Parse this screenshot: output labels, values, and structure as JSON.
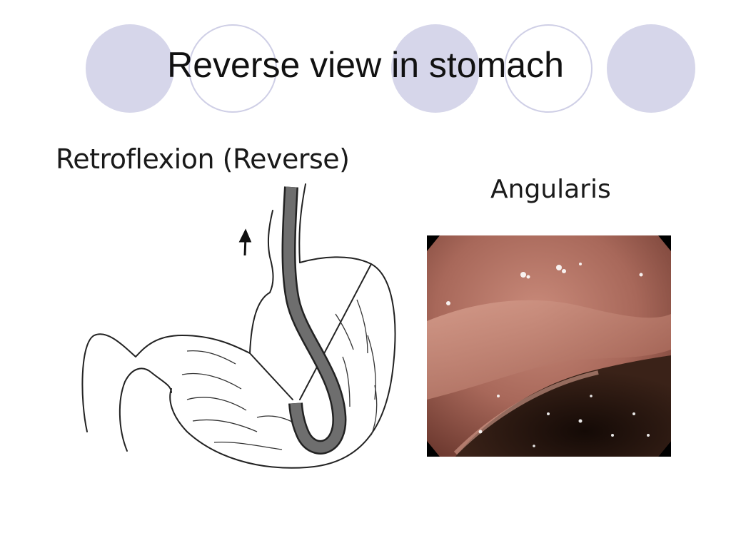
{
  "slide": {
    "title": "Reverse view in stomach",
    "diagram_label": "Retroflexion (Reverse)",
    "photo_label": "Angularis"
  },
  "colors": {
    "circle_fill": "#d6d6ea",
    "circle_outline": "#cfcfe6",
    "scope_shaft": "#6e6e6e"
  }
}
